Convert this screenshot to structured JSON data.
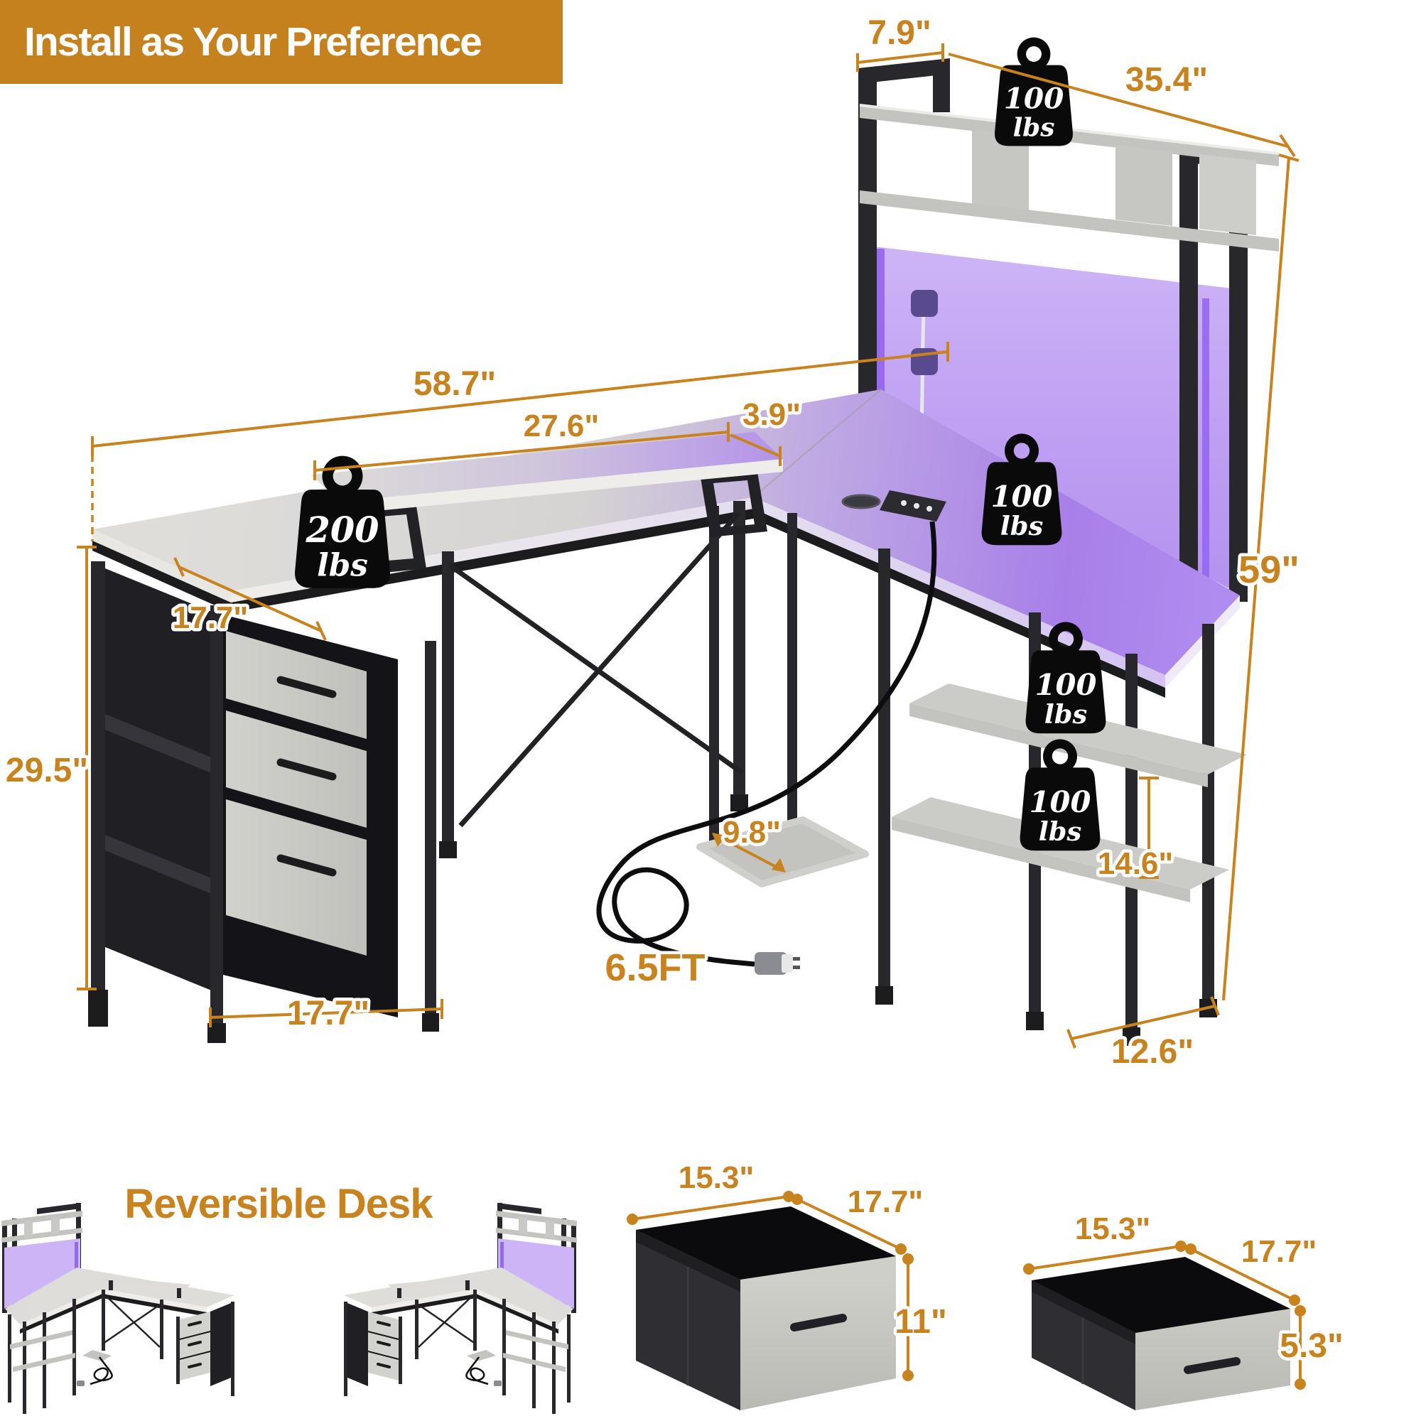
{
  "colors": {
    "accent": "#C8821E",
    "banner_bg": "#C5811E",
    "led_purple": "#A87FE8",
    "wood_gray": "#D8D8D4",
    "metal_black": "#28282C"
  },
  "banner": {
    "title": "Install as Your Preference"
  },
  "diagram": {
    "dims": {
      "hutch_depth": "7.9\"",
      "hutch_width": "35.4\"",
      "desk_length": "58.7\"",
      "stand_width": "27.6\"",
      "stand_depth": "3.9\"",
      "desk_depth": "17.7\"",
      "pedestal_height": "29.5\"",
      "total_height": "59\"",
      "foot_shelf_width": "9.8\"",
      "cord_length": "6.5FT",
      "shelf_spacing": "14.6\"",
      "return_depth": "12.6\"",
      "pedestal_width": "17.7\""
    },
    "weights": {
      "hutch_shelf": {
        "value": "100",
        "unit": "lbs"
      },
      "desk_left": {
        "value": "200",
        "unit": "lbs"
      },
      "desk_right": {
        "value": "100",
        "unit": "lbs"
      },
      "return_shelf_upper": {
        "value": "100",
        "unit": "lbs"
      },
      "return_shelf_lower": {
        "value": "100",
        "unit": "lbs"
      }
    }
  },
  "bottom": {
    "reversible_title": "Reversible Desk",
    "drawer_large": {
      "width": "15.3\"",
      "depth": "17.7\"",
      "height": "11\""
    },
    "drawer_small": {
      "width": "15.3\"",
      "depth": "17.7\"",
      "height": "5.3\""
    }
  }
}
